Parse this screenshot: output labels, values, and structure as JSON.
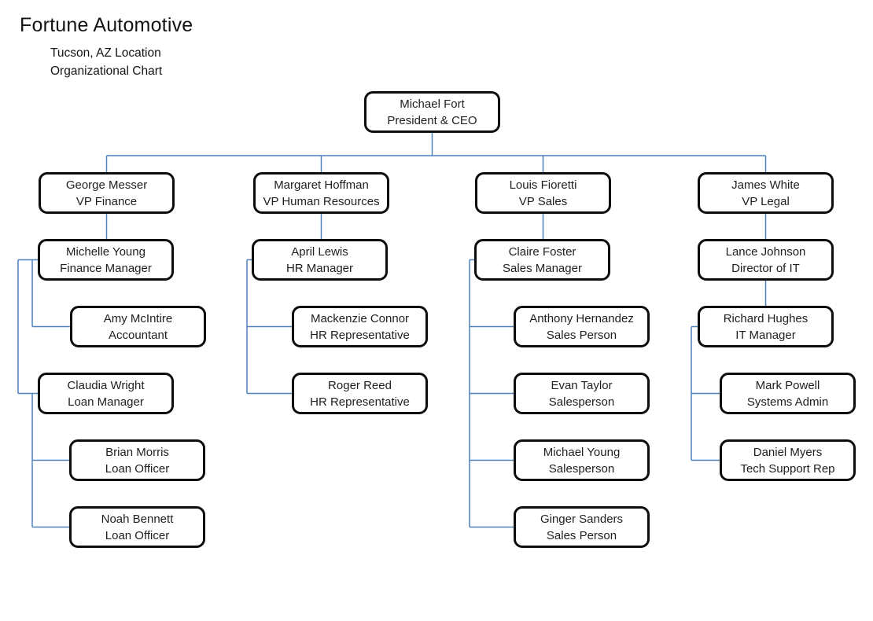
{
  "header": {
    "title": "Fortune Automotive",
    "subtitle_line1": "Tucson, AZ Location",
    "subtitle_line2": "Organizational Chart"
  },
  "colors": {
    "connector_blue": "#4f81bd",
    "box_border": "#0d0d0d",
    "box_fill": "#ffffff",
    "text": "#1f1f1f"
  },
  "org": {
    "ceo": {
      "name": "Michael Fort",
      "title": "President & CEO"
    },
    "finance": {
      "vp": {
        "name": "George Messer",
        "title": "VP Finance"
      },
      "manager": {
        "name": "Michelle Young",
        "title": "Finance Manager"
      },
      "accountant": {
        "name": "Amy McIntire",
        "title": "Accountant"
      },
      "loan_manager": {
        "name": "Claudia Wright",
        "title": "Loan Manager"
      },
      "loan_officer_1": {
        "name": "Brian Morris",
        "title": "Loan Officer"
      },
      "loan_officer_2": {
        "name": "Noah Bennett",
        "title": "Loan Officer"
      }
    },
    "hr": {
      "vp": {
        "name": "Margaret Hoffman",
        "title": "VP Human Resources"
      },
      "manager": {
        "name": "April Lewis",
        "title": "HR Manager"
      },
      "rep_1": {
        "name": "Mackenzie Connor",
        "title": "HR Representative"
      },
      "rep_2": {
        "name": "Roger Reed",
        "title": "HR Representative"
      }
    },
    "sales": {
      "vp": {
        "name": "Louis Fioretti",
        "title": "VP Sales"
      },
      "manager": {
        "name": "Claire Foster",
        "title": "Sales Manager"
      },
      "person_1": {
        "name": "Anthony Hernandez",
        "title": "Sales Person"
      },
      "person_2": {
        "name": "Evan Taylor",
        "title": "Salesperson"
      },
      "person_3": {
        "name": "Michael Young",
        "title": "Salesperson"
      },
      "person_4": {
        "name": "Ginger Sanders",
        "title": "Sales Person"
      }
    },
    "legal": {
      "vp": {
        "name": "James White",
        "title": "VP Legal"
      },
      "it_director": {
        "name": "Lance Johnson",
        "title": "Director of IT"
      },
      "it_manager": {
        "name": "Richard Hughes",
        "title": "IT Manager"
      },
      "systems_admin": {
        "name": "Mark Powell",
        "title": "Systems Admin"
      },
      "tech_support": {
        "name": "Daniel Myers",
        "title": "Tech Support Rep"
      }
    }
  }
}
